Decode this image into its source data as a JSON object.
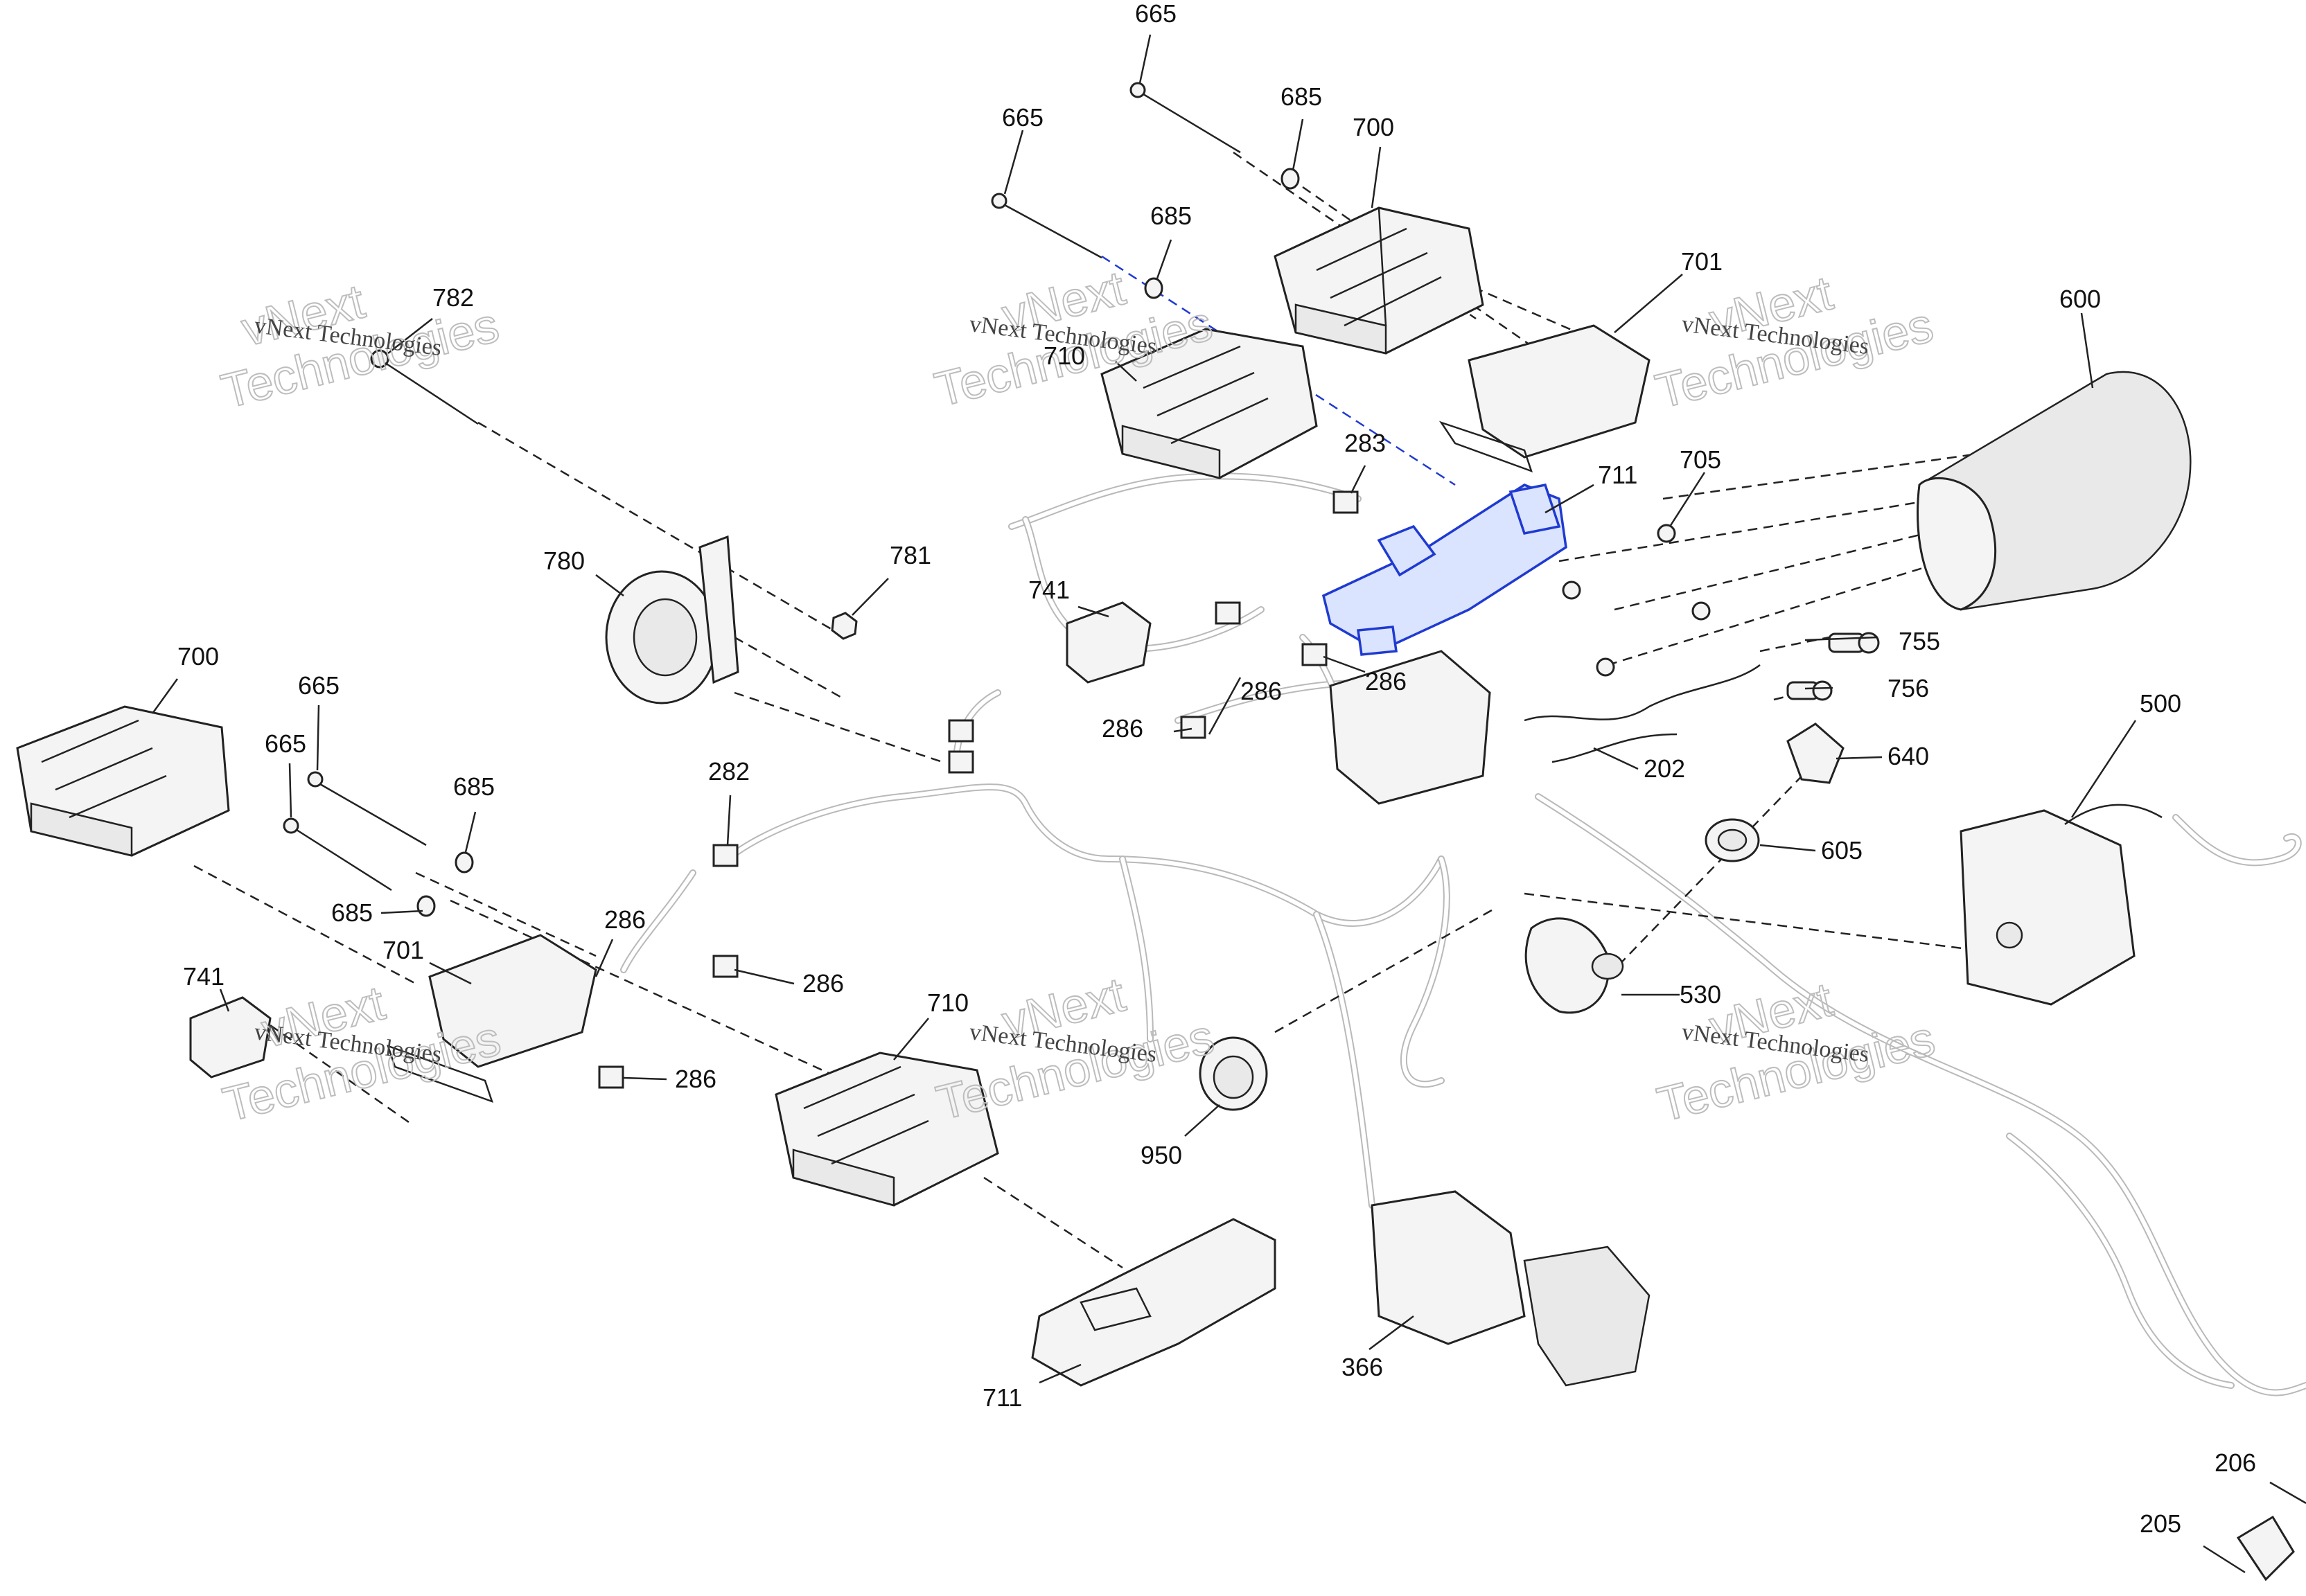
{
  "watermark": {
    "line1": "vNext Technologies",
    "line_big_a": "vNext",
    "line_big_b": "Technologies",
    "color": "#bdbdbd"
  },
  "highlight_color": "#1f3ad1",
  "labels": [
    {
      "id": "l665a",
      "text": "665"
    },
    {
      "id": "l665b",
      "text": "665"
    },
    {
      "id": "l685a",
      "text": "685"
    },
    {
      "id": "l685b",
      "text": "685"
    },
    {
      "id": "l700a",
      "text": "700"
    },
    {
      "id": "l701a",
      "text": "701"
    },
    {
      "id": "l600",
      "text": "600"
    },
    {
      "id": "l782",
      "text": "782"
    },
    {
      "id": "l710a",
      "text": "710"
    },
    {
      "id": "l283",
      "text": "283"
    },
    {
      "id": "l711a",
      "text": "711"
    },
    {
      "id": "l705",
      "text": "705"
    },
    {
      "id": "l780",
      "text": "780"
    },
    {
      "id": "l781",
      "text": "781"
    },
    {
      "id": "l741a",
      "text": "741"
    },
    {
      "id": "l286a",
      "text": "286"
    },
    {
      "id": "l286b",
      "text": "286"
    },
    {
      "id": "l286c",
      "text": "286"
    },
    {
      "id": "l755",
      "text": "755"
    },
    {
      "id": "l756",
      "text": "756"
    },
    {
      "id": "l700b",
      "text": "700"
    },
    {
      "id": "l665c",
      "text": "665"
    },
    {
      "id": "l665d",
      "text": "665"
    },
    {
      "id": "l685c",
      "text": "685"
    },
    {
      "id": "l685d",
      "text": "685"
    },
    {
      "id": "l282",
      "text": "282"
    },
    {
      "id": "l202",
      "text": "202"
    },
    {
      "id": "l640",
      "text": "640"
    },
    {
      "id": "l500",
      "text": "500"
    },
    {
      "id": "l605",
      "text": "605"
    },
    {
      "id": "l286d",
      "text": "286"
    },
    {
      "id": "l701b",
      "text": "701"
    },
    {
      "id": "l286e",
      "text": "286"
    },
    {
      "id": "l741b",
      "text": "741"
    },
    {
      "id": "l710b",
      "text": "710"
    },
    {
      "id": "l530",
      "text": "530"
    },
    {
      "id": "l286f",
      "text": "286"
    },
    {
      "id": "l950",
      "text": "950"
    },
    {
      "id": "l711b",
      "text": "711"
    },
    {
      "id": "l366",
      "text": "366"
    },
    {
      "id": "l206",
      "text": "206"
    },
    {
      "id": "l205",
      "text": "205"
    }
  ]
}
